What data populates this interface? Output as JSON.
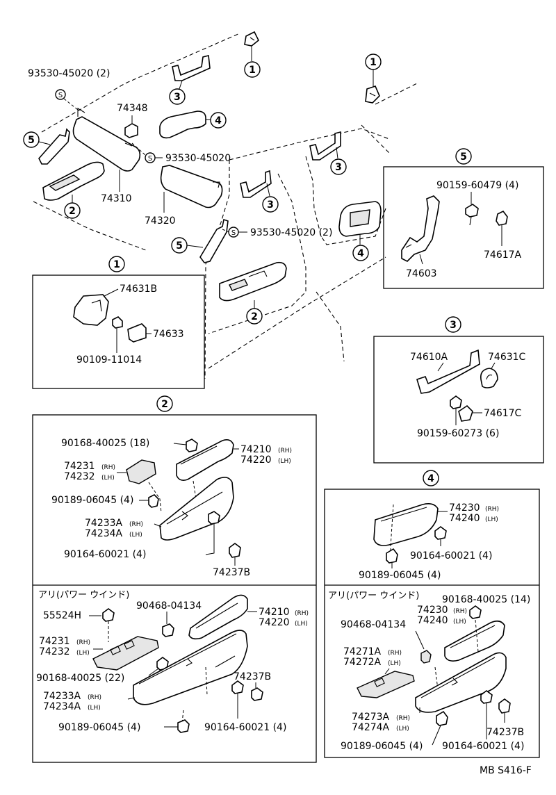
{
  "labels": {
    "p_93530_a": "93530-45020 (2)",
    "p_74348": "74348",
    "p_93530_b": "93530-45020",
    "p_74310": "74310",
    "p_74320": "74320",
    "p_93530_c": "93530-45020 (2)",
    "p_74631b": "74631B",
    "p_74633": "74633",
    "p_90109": "90109-11014",
    "p_90159_479": "90159-60479 (4)",
    "p_74617a": "74617A",
    "p_74603": "74603",
    "p_74610a": "74610A",
    "p_74631c": "74631C",
    "p_74617c": "74617C",
    "p_90159_273": "90159-60273 (6)",
    "p2_90168": "90168-40025 (18)",
    "p2_74210": "74210",
    "p2_74220": "74220",
    "p2_74231": "74231",
    "p2_74232": "74232",
    "p2_90189": "90189-06045 (4)",
    "p2_74233a": "74233A",
    "p2_74234a": "74234A",
    "p2_90164": "90164-60021 (4)",
    "p2_74237b": "74237B",
    "p2b_55524h": "55524H",
    "p2b_90468": "90468-04134",
    "p2b_74210": "74210",
    "p2b_74220": "74220",
    "p2b_74231": "74231",
    "p2b_74232": "74232",
    "p2b_90168": "90168-40025 (22)",
    "p2b_74237b": "74237B",
    "p2b_74233a": "74233A",
    "p2b_74234a": "74234A",
    "p2b_90189": "90189-06045 (4)",
    "p2b_90164": "90164-60021 (4)",
    "p4_74230": "74230",
    "p4_74240": "74240",
    "p4_90164": "90164-60021 (4)",
    "p4_90189": "90189-06045 (4)",
    "p4b_90168": "90168-40025 (14)",
    "p4b_74230": "74230",
    "p4b_74240": "74240",
    "p4b_90468": "90468-04134",
    "p4b_74271a": "74271A",
    "p4b_74272a": "74272A",
    "p4b_74273a": "74273A",
    "p4b_74274a": "74274A",
    "p4b_74237b": "74237B",
    "p4b_90189": "90189-06045 (4)",
    "p4b_90164": "90164-60021 (4)",
    "rh": "(RH)",
    "lh": "(LH)",
    "power_window_note": "アリ(パワー ウインド)",
    "screw_symbol": "S",
    "drawing_code": "MB S416-F"
  },
  "callouts": {
    "one": "1",
    "two": "2",
    "three": "3",
    "four": "4",
    "five": "5"
  }
}
